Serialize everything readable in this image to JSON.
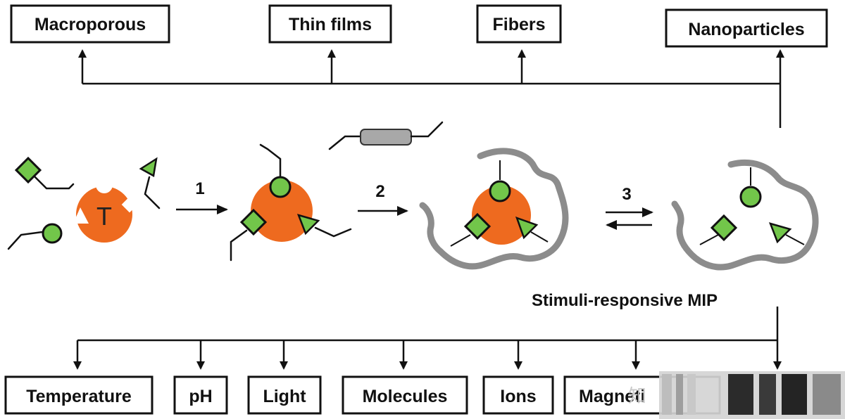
{
  "colors": {
    "template_orange": "#ee6a1f",
    "monomer_green": "#72c64a",
    "polymer_gray": "#8c8c8c",
    "line_black": "#111111"
  },
  "formats": [
    "Macroporous",
    "Thin films",
    "Fibers",
    "Nanoparticles"
  ],
  "stimuli": [
    "Temperature",
    "pH",
    "Light",
    "Molecules",
    "Ions",
    "Magneti"
  ],
  "template_label": "T",
  "step_labels": [
    "1",
    "2",
    "3"
  ],
  "caption": "Stimuli-responsive MIP",
  "watermark_text": "知",
  "icons": {
    "template": "template-icon",
    "functional_monomer_circle": "circle-monomer-icon",
    "functional_monomer_square": "square-monomer-icon",
    "functional_monomer_triangle": "triangle-monomer-icon",
    "crosslinker": "crosslinker-icon",
    "polymer_chain": "polymer-chain-icon",
    "arrow_right": "arrow-right-icon",
    "equilibrium_arrows": "equilibrium-arrows-icon"
  }
}
